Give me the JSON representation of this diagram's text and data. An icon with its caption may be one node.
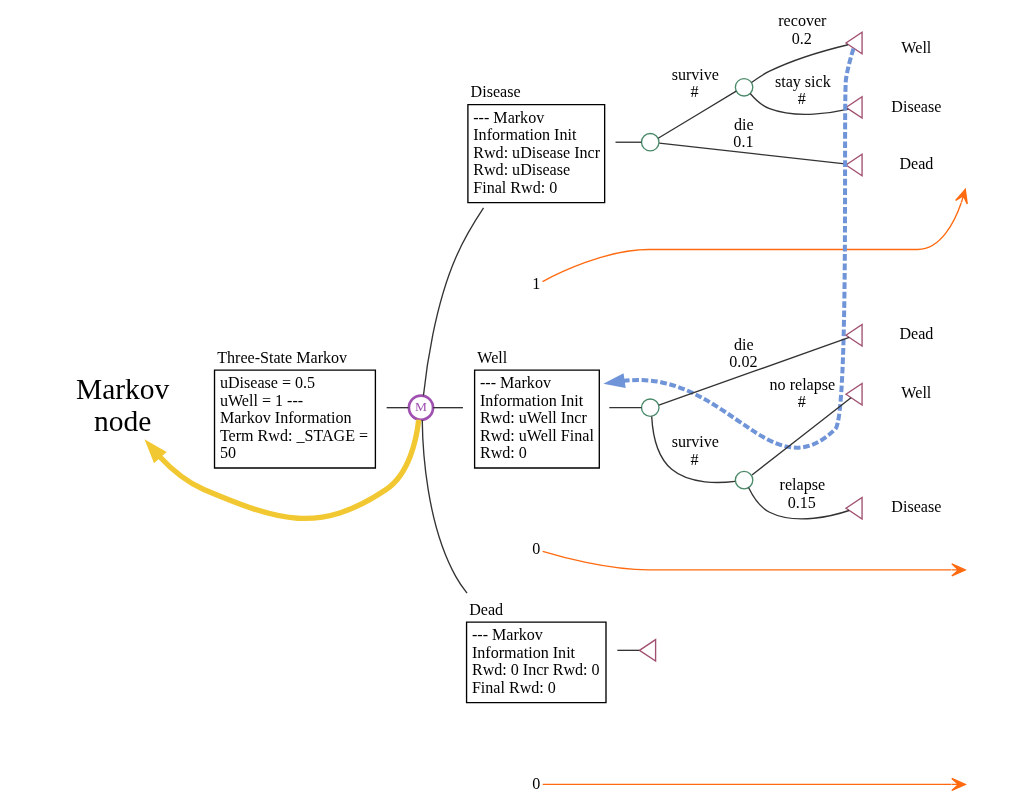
{
  "diagram": {
    "nodes": [
      {
        "text": [
          "Markov node"
        ]
      },
      {
        "text": [
          "Three-State Markov",
          "uDisease = 0.5 uWell = 1 --- Markov Information Term Rwd: _STAGE = 50"
        ]
      },
      {
        "text": [
          "M"
        ]
      },
      {
        "text": [
          "Disease",
          "--- Markov Information Init Rwd: uDisease Incr Rwd: uDisease Final Rwd: 0"
        ]
      },
      {
        "text": [
          "1"
        ]
      },
      {
        "text": [
          "Well",
          "--- Markov Information Init Rwd: uWell Incr Rwd: uWell Final Rwd: 0"
        ]
      },
      {
        "text": [
          "0"
        ]
      },
      {
        "text": [
          "Dead",
          "--- Markov Information Init Rwd: 0 Incr Rwd: 0 Final Rwd: 0"
        ]
      },
      {
        "text": [],
        "shape": "triangle"
      },
      {
        "text": [
          "0"
        ]
      },
      {
        "text": [],
        "shape": "circle"
      },
      {
        "text": [],
        "shape": "circle"
      },
      {
        "text": [],
        "shape": "triangle",
        "beside": [
          "Well"
        ]
      },
      {
        "text": [],
        "shape": "triangle",
        "beside": [
          "Disease"
        ]
      },
      {
        "text": [],
        "shape": "triangle",
        "beside": [
          "Dead"
        ]
      },
      {
        "text": [],
        "shape": "circle"
      },
      {
        "text": [],
        "shape": "circle"
      },
      {
        "text": [],
        "shape": "triangle",
        "beside": [
          "Well"
        ]
      },
      {
        "text": [],
        "shape": "triangle",
        "beside": [
          "Disease"
        ]
      },
      {
        "text": [],
        "shape": "triangle",
        "beside": [
          "Dead"
        ]
      }
    ],
    "edges": [
      {
        "from": 1,
        "to": 2,
        "arrow": "none"
      },
      {
        "from": 2,
        "to": 3,
        "arrow": "none"
      },
      {
        "from": 3,
        "to": 10,
        "arrow": "none"
      },
      {
        "from": 10,
        "to": 11,
        "label": "survive",
        "arrow": "none"
      },
      {
        "from": 11,
        "to": 12,
        "label": "recover",
        "arrow": "none"
      },
      {
        "from": 11,
        "to": 13,
        "label": "stay sick",
        "arrow": "none"
      },
      {
        "from": 10,
        "to": 14,
        "label": "die",
        "arrow": "none"
      },
      {
        "from": 2,
        "to": 5,
        "arrow": "none"
      },
      {
        "from": 5,
        "to": 15,
        "arrow": "none"
      },
      {
        "from": 15,
        "to": 16,
        "label": "survive",
        "arrow": "none"
      },
      {
        "from": 16,
        "to": 17,
        "label": "no relapse",
        "arrow": "none"
      },
      {
        "from": 16,
        "to": 18,
        "label": "relapse",
        "arrow": "none"
      },
      {
        "from": 15,
        "to": 19,
        "label": "die",
        "arrow": "none"
      },
      {
        "from": 2,
        "to": 7,
        "arrow": "none"
      },
      {
        "from": 7,
        "to": 8,
        "arrow": "none"
      },
      {
        "from": 2,
        "to": 0,
        "arrow": "to",
        "style": "thick",
        "color": "#f2c832"
      },
      {
        "from": 12,
        "to": 5,
        "arrow": "to",
        "style": "dashed",
        "color": "#7094d8"
      },
      {
        "from": 4,
        "to": null,
        "arrow": "to",
        "color": "#ff6a10"
      },
      {
        "from": 6,
        "to": null,
        "arrow": "to",
        "color": "#ff6a10"
      },
      {
        "from": 9,
        "to": null,
        "arrow": "to",
        "color": "#ff6a10"
      }
    ],
    "labels": [
      "0.2",
      "#",
      "#",
      "0.1",
      "#",
      "#",
      "0.15",
      "0.02"
    ]
  }
}
